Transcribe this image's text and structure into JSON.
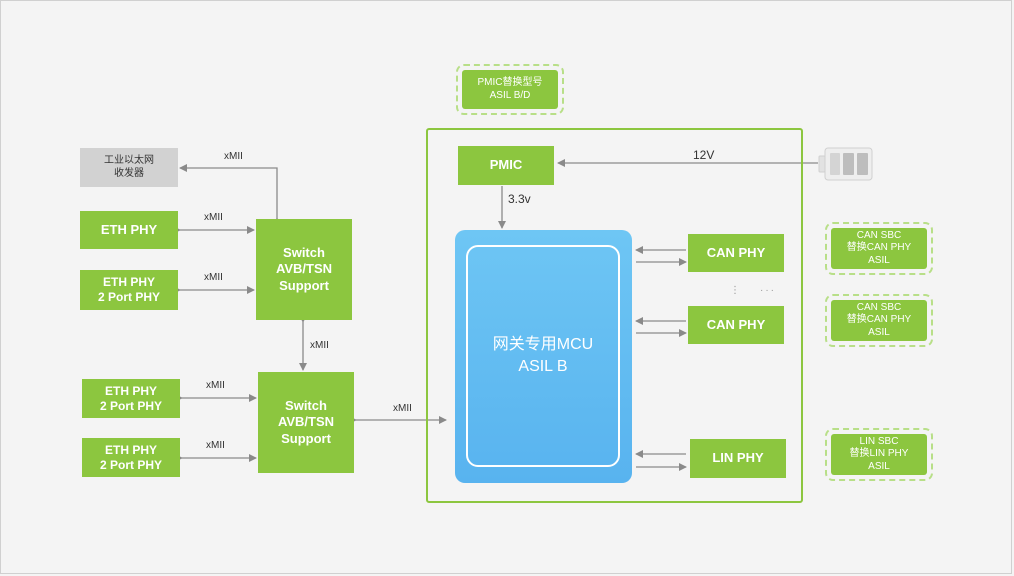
{
  "transceiver": "工业以太网\n收发器",
  "eth_phy": "ETH PHY",
  "eth_phy_2port_a": "ETH PHY\n2 Port PHY",
  "eth_phy_2port_b": "ETH PHY\n2 Port PHY",
  "eth_phy_2port_c": "ETH PHY\n2 Port PHY",
  "switch_top": "Switch\nAVB/TSN\nSupport",
  "switch_bottom": "Switch\nAVB/TSN\nSupport",
  "xmii": "xMII",
  "pmic": "PMIC",
  "pmic_alt": "PMIC替换型号\nASIL B/D",
  "v12": "12V",
  "v33": "3.3v",
  "mcu_line1": "网关专用MCU",
  "mcu_line2": "ASIL B",
  "can_phy": "CAN PHY",
  "lin_phy": "LIN PHY",
  "can_sbc_a": "CAN SBC\n替换CAN PHY\nASIL",
  "can_sbc_b": "CAN SBC\n替换CAN PHY\nASIL",
  "lin_sbc": "LIN SBC\n替换LIN PHY\nASIL",
  "ellipsis_v": "⋮",
  "ellipsis_h": "···",
  "colors": {
    "green": "#8cc63f",
    "blue": "#5ab4ef",
    "gray": "#d2d2d2",
    "arrow": "#8a8a8a"
  }
}
